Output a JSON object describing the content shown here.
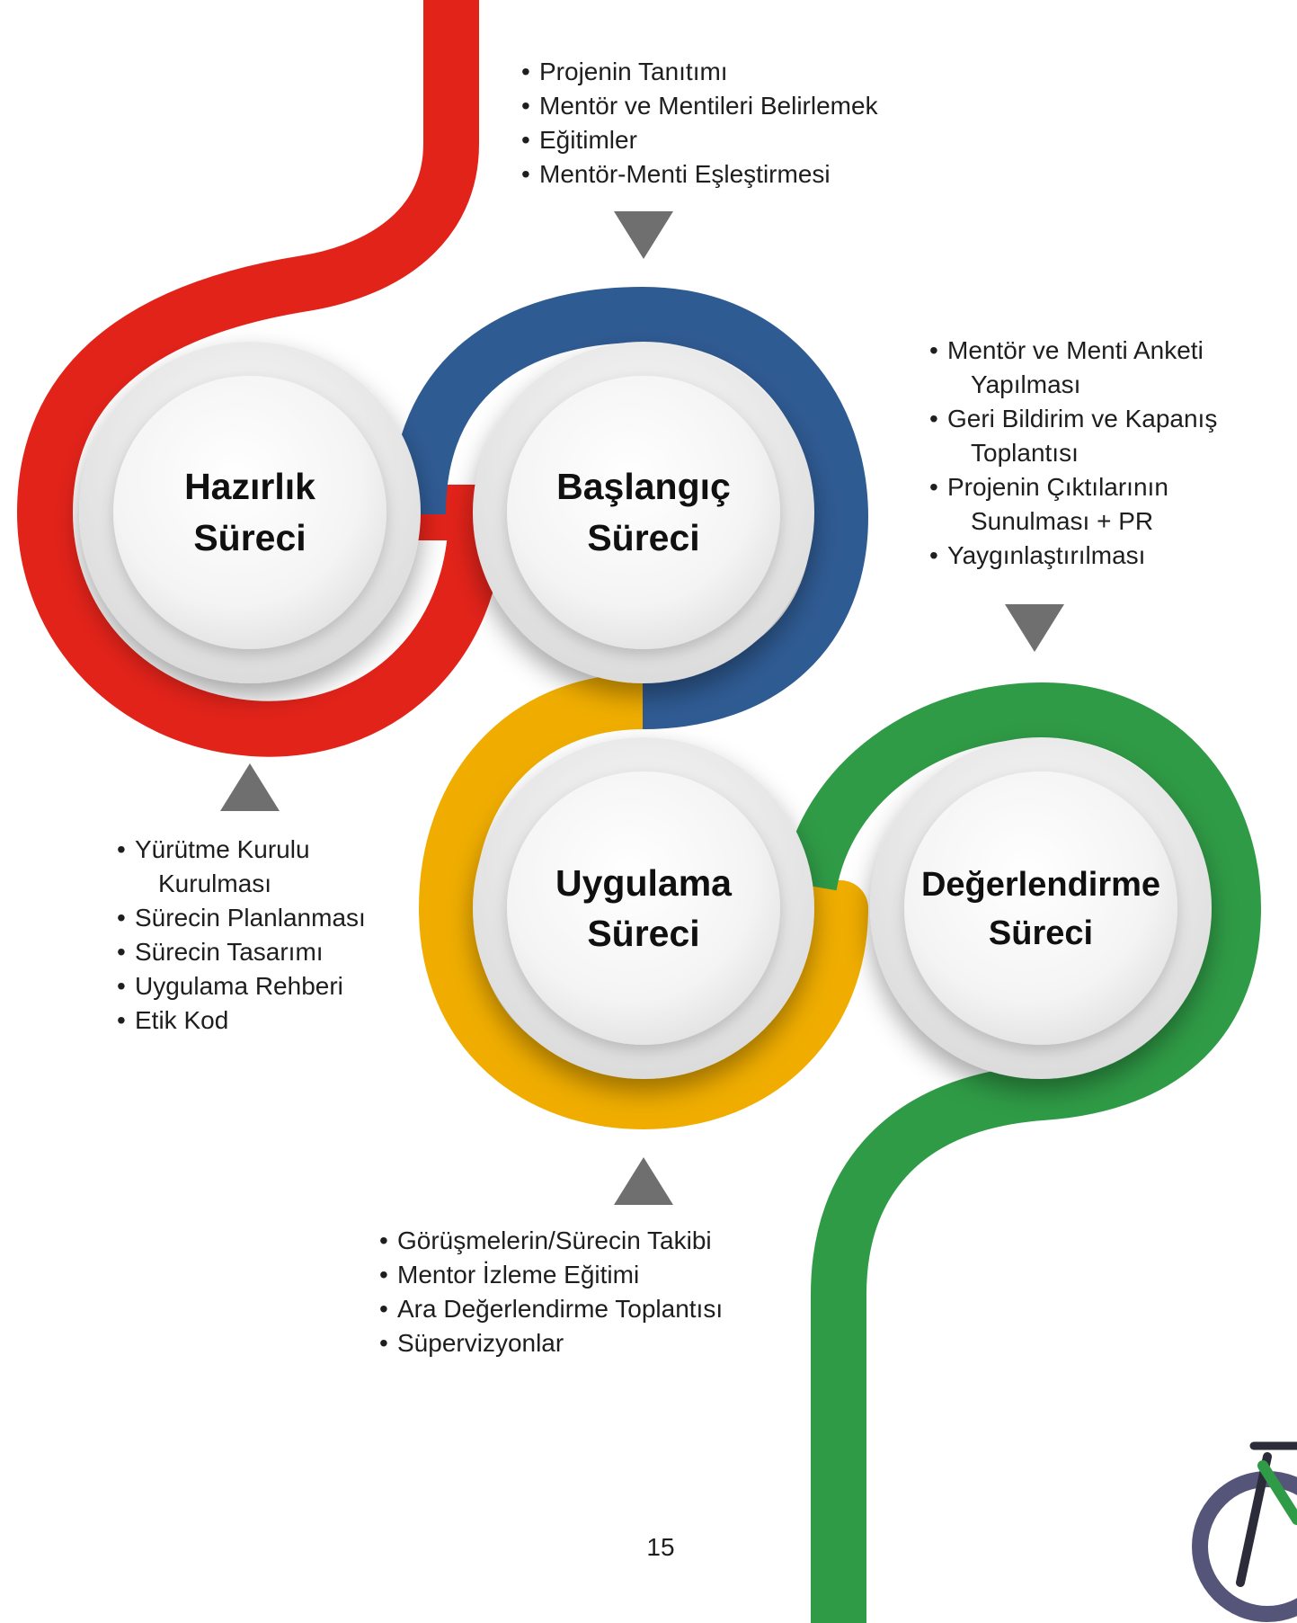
{
  "colors": {
    "hazirlik": "#e2231a",
    "baslangic": "#2f5b93",
    "uygulama": "#f0ad00",
    "degerlendirme": "#2f9b46",
    "arrow": "#6f6f6f"
  },
  "nodes": {
    "hazirlik": {
      "line1": "Hazırlık",
      "line2": "Süreci"
    },
    "baslangic": {
      "line1": "Başlangıç",
      "line2": "Süreci"
    },
    "uygulama": {
      "line1": "Uygulama",
      "line2": "Süreci"
    },
    "degerlendirme": {
      "line1": "Değerlendirme",
      "line2": "Süreci"
    }
  },
  "lists": {
    "baslangic": [
      "Projenin Tanıtımı",
      "Mentör ve Mentileri Belirlemek",
      "Eğitimler",
      "Mentör-Menti Eşleştirmesi"
    ],
    "degerlendirme": [
      {
        "l1": "Mentör ve Menti Anketi",
        "l2": "Yapılması"
      },
      {
        "l1": "Geri Bildirim ve Kapanış",
        "l2": "Toplantısı"
      },
      {
        "l1": "Projenin Çıktılarının",
        "l2": "Sunulması + PR"
      },
      {
        "l1": "Yaygınlaştırılması"
      }
    ],
    "hazirlik": [
      {
        "l1": "Yürütme Kurulu",
        "l2": "Kurulması"
      },
      {
        "l1": "Sürecin Planlanması"
      },
      {
        "l1": "Sürecin Tasarımı"
      },
      {
        "l1": "Uygulama Rehberi"
      },
      {
        "l1": "Etik Kod"
      }
    ],
    "uygulama": [
      "Görüşmelerin/Sürecin Takibi",
      "Mentor İzleme Eğitimi",
      "Ara Değerlendirme Toplantısı",
      "Süpervizyonlar"
    ]
  },
  "page_number": "15",
  "decor": {
    "bicycle": "bicycle-icon"
  }
}
